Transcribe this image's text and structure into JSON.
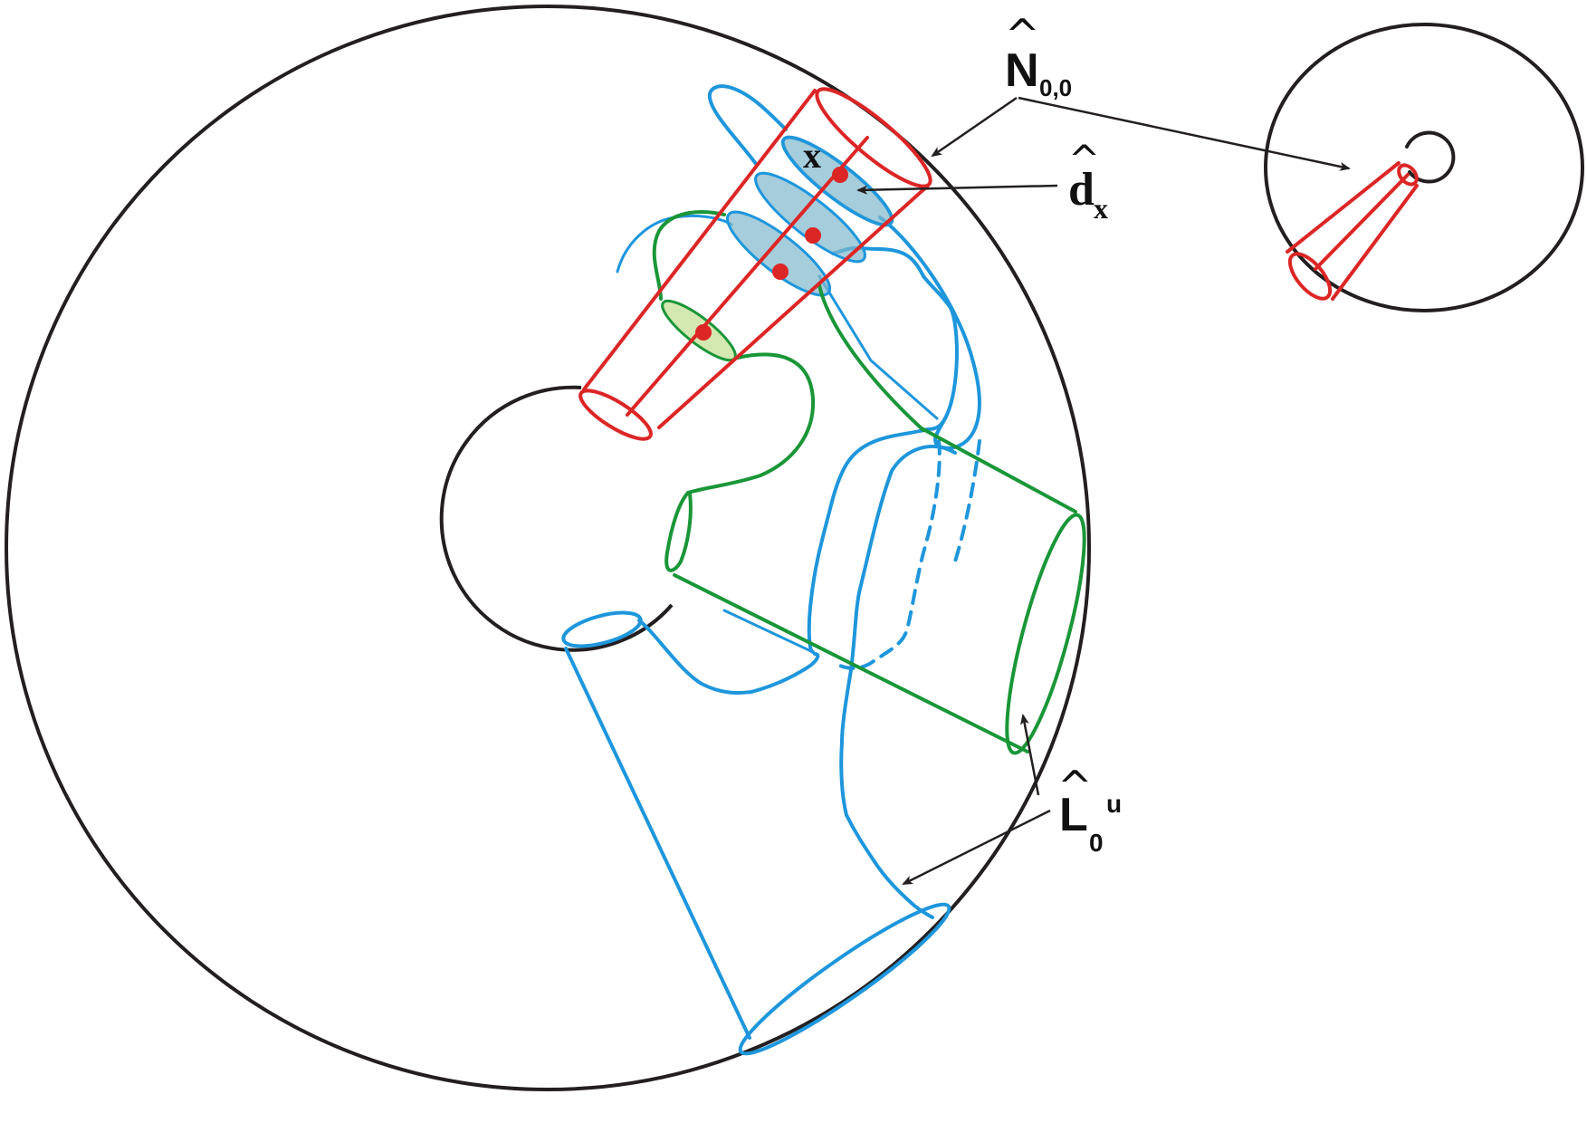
{
  "diagram": {
    "colors": {
      "outline": "#231f20",
      "red": "#dc2626",
      "blue": "#1e96dc",
      "green": "#1a9638",
      "blue_fill": "#7fb8cc",
      "green_fill": "#cfe6a8"
    },
    "labels": {
      "n_main": "N",
      "n_sub": "0,0",
      "d_main": "d",
      "d_sub": "x",
      "l_main": "L",
      "l_sub": "0",
      "l_sup": "u",
      "x_point": "x",
      "hat_symbol": "^"
    }
  }
}
